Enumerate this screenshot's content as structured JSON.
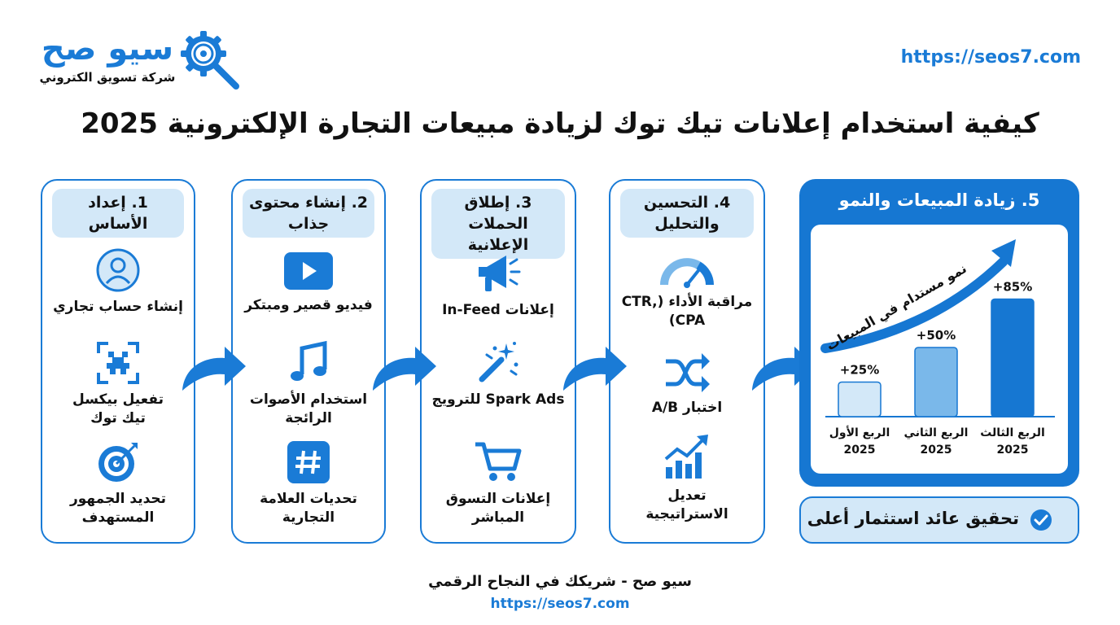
{
  "brand": {
    "name": "سيو صح",
    "tagline": "شركة تسويق الكتروني",
    "url": "https://seos7.com",
    "primary_color": "#1a7bd6",
    "light_color": "#d3e8f8",
    "icon": "gear-magnifier-icon"
  },
  "title": "كيفية استخدام إعلانات تيك توك لزيادة مبيعات التجارة الإلكترونية 2025",
  "steps": [
    {
      "heading": "1. إعداد الأساس",
      "items": [
        {
          "icon": "user-profile-icon",
          "label": "إنشاء حساب تجاري"
        },
        {
          "icon": "pixel-scan-icon",
          "label": "تفعيل بيكسل تيك توك"
        },
        {
          "icon": "target-icon",
          "label": "تحديد الجمهور المستهدف"
        }
      ]
    },
    {
      "heading": "2. إنشاء محتوى جذاب",
      "items": [
        {
          "icon": "play-video-icon",
          "label": "فيديو قصير ومبتكر"
        },
        {
          "icon": "music-note-icon",
          "label": "استخدام الأصوات الرائجة"
        },
        {
          "icon": "hashtag-icon",
          "label": "تحديات العلامة التجارية"
        }
      ]
    },
    {
      "heading": "3. إطلاق الحملات الإعلانية",
      "items": [
        {
          "icon": "megaphone-icon",
          "label": "إعلانات In-Feed"
        },
        {
          "icon": "magic-wand-icon",
          "label": "Spark Ads للترويج"
        },
        {
          "icon": "shopping-cart-icon",
          "label": "إعلانات التسوق المباشر"
        }
      ]
    },
    {
      "heading": "4. التحسين والتحليل",
      "items": [
        {
          "icon": "gauge-icon",
          "label": "مراقبة الأداء (CTR, CPA)"
        },
        {
          "icon": "shuffle-icon",
          "label": "اختبار A/B"
        },
        {
          "icon": "growth-chart-icon",
          "label": "تعديل الاستراتيجية"
        }
      ]
    }
  ],
  "growth": {
    "heading": "5. زيادة المبيعات والنمو",
    "trend_label": "نمو مستدام في المبيعات",
    "result": "تحقيق عائد استثمار أعلى",
    "result_icon": "check-circle-icon"
  },
  "chart_data": {
    "type": "bar",
    "categories": [
      "الربع الأول 2025",
      "الربع الثاني 2025",
      "الربع الثالث 2025"
    ],
    "values": [
      25,
      50,
      85
    ],
    "value_labels": [
      "+25%",
      "+50%",
      "+85%"
    ],
    "colors": [
      "#d3e8f8",
      "#7ab8ea",
      "#1677d2"
    ],
    "ylim": [
      0,
      100
    ]
  },
  "footer": {
    "tagline": "سيو صح - شريكك في النجاح الرقمي",
    "url": "https://seos7.com"
  }
}
